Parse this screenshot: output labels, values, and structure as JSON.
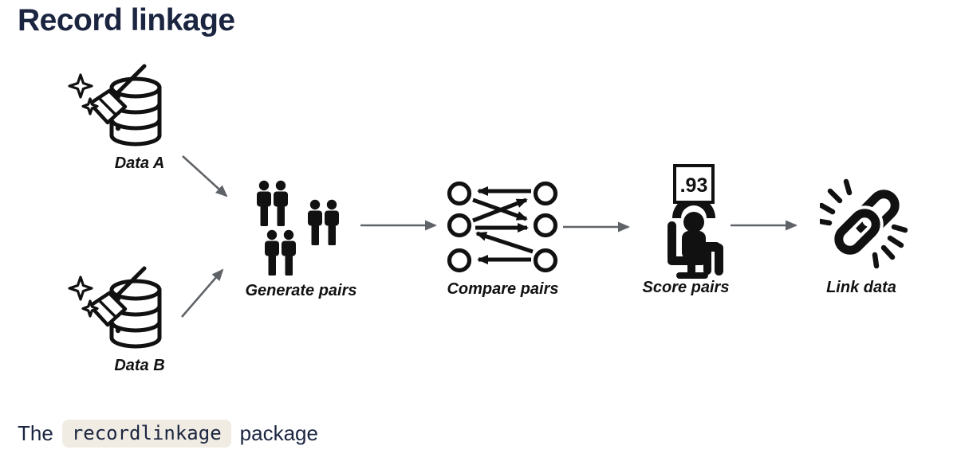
{
  "page": {
    "title": "Record linkage"
  },
  "colors": {
    "title_text": "#1b2540",
    "icon_black": "#111111",
    "arrow_gray": "#5f6368",
    "code_bg": "#f0ece3"
  },
  "diagram": {
    "sources": [
      {
        "label": "Data A"
      },
      {
        "label": "Data B"
      }
    ],
    "stages": [
      {
        "label": "Generate pairs"
      },
      {
        "label": "Compare pairs"
      },
      {
        "label": "Score pairs",
        "score": ".93"
      },
      {
        "label": "Link data"
      }
    ]
  },
  "footer": {
    "prefix": "The",
    "code": "recordlinkage",
    "suffix": "package"
  }
}
